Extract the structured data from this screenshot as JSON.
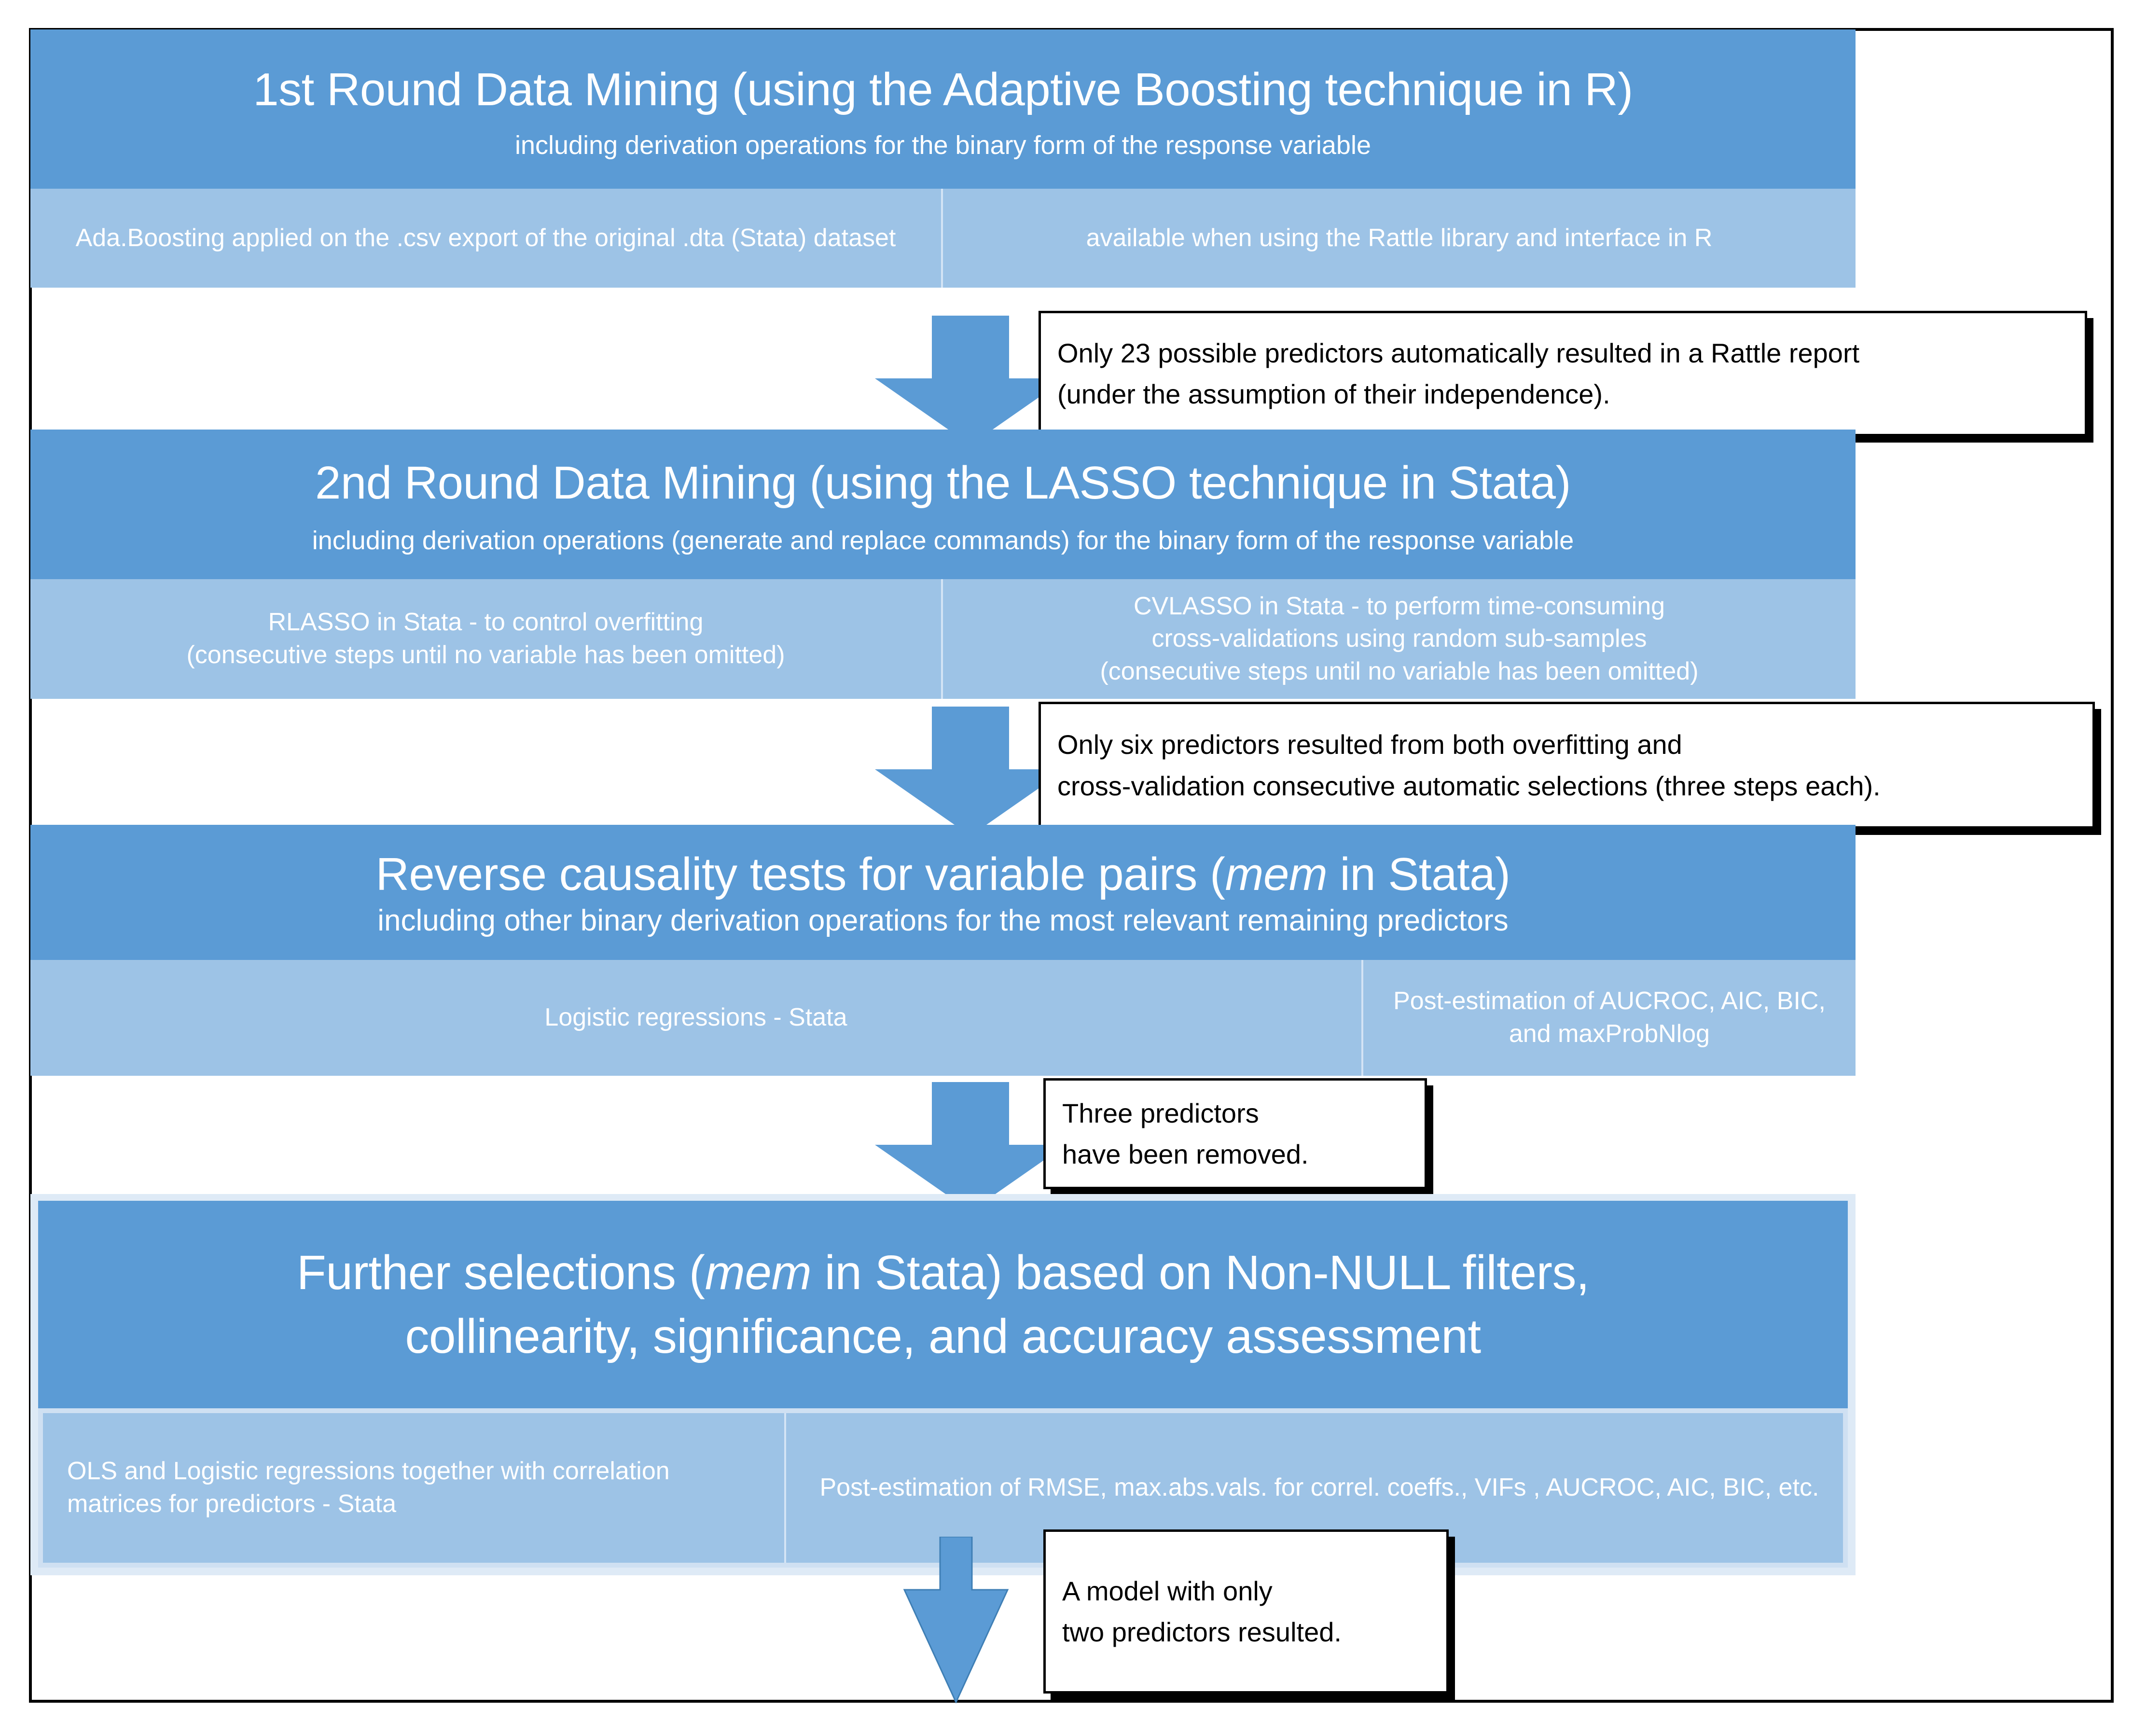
{
  "diagram": {
    "title": "Data mining and model selection workflow",
    "accent_dark": "#5B9BD5",
    "accent_light": "#9DC3E6",
    "note_border": "#000000"
  },
  "stages": [
    {
      "id": "stage-1",
      "header_title": "1st Round Data Mining (using the Adaptive Boosting technique in R)",
      "header_subtitle": "including derivation operations for the binary form of the response variable",
      "cells": [
        "Ada.Boosting applied on the .csv export of the original .dta (Stata) dataset",
        "available when using the Rattle library and interface in R"
      ]
    },
    {
      "id": "stage-2",
      "header_title": "2nd Round Data Mining (using the LASSO technique in Stata)",
      "header_subtitle": "including derivation operations (generate and replace commands) for the binary form of the response variable",
      "cells": [
        "RLASSO in Stata  - to control overfitting\n(consecutive steps until no variable has been omitted)",
        "CVLASSO in Stata  - to perform time-consuming\ncross-validations using random sub-samples\n(consecutive steps until no variable has been omitted)"
      ]
    },
    {
      "id": "stage-3",
      "header_title_a": "Reverse causality tests for variable pairs (",
      "header_title_em": "mem",
      "header_title_b": " in Stata)",
      "header_subtitle": "including other binary derivation operations for the most relevant remaining predictors",
      "cells": [
        "Logistic regressions - Stata",
        "Post-estimation of AUCROC, AIC, BIC, and maxProbNlog"
      ]
    },
    {
      "id": "stage-4",
      "header_title_line1_a": "Further selections (",
      "header_title_line1_em": "mem",
      "header_title_line1_b": " in Stata) based on Non-NULL filters,",
      "header_title_line2": "collinearity, significance, and accuracy assessment",
      "cells": [
        "OLS and Logistic regressions together with correlation matrices for predictors - Stata",
        "Post-estimation of RMSE, max.abs.vals. for correl. coeffs., VIFs , AUCROC, AIC, BIC, etc."
      ]
    }
  ],
  "notes": [
    {
      "id": "note-1",
      "lines": [
        "Only 23 possible predictors automatically resulted in a Rattle report",
        "(under the assumption of their independence)."
      ]
    },
    {
      "id": "note-2",
      "lines": [
        "Only six predictors resulted from both overfitting and",
        "cross-validation consecutive automatic selections (three steps each)."
      ]
    },
    {
      "id": "note-3",
      "lines": [
        "Three predictors",
        "have been removed."
      ]
    },
    {
      "id": "note-4",
      "lines": [
        "A model with only",
        "two predictors resulted."
      ]
    }
  ],
  "arrows": [
    {
      "id": "arrow-1",
      "direction": "down"
    },
    {
      "id": "arrow-2",
      "direction": "down"
    },
    {
      "id": "arrow-3",
      "direction": "down"
    },
    {
      "id": "arrow-4",
      "direction": "down"
    }
  ]
}
